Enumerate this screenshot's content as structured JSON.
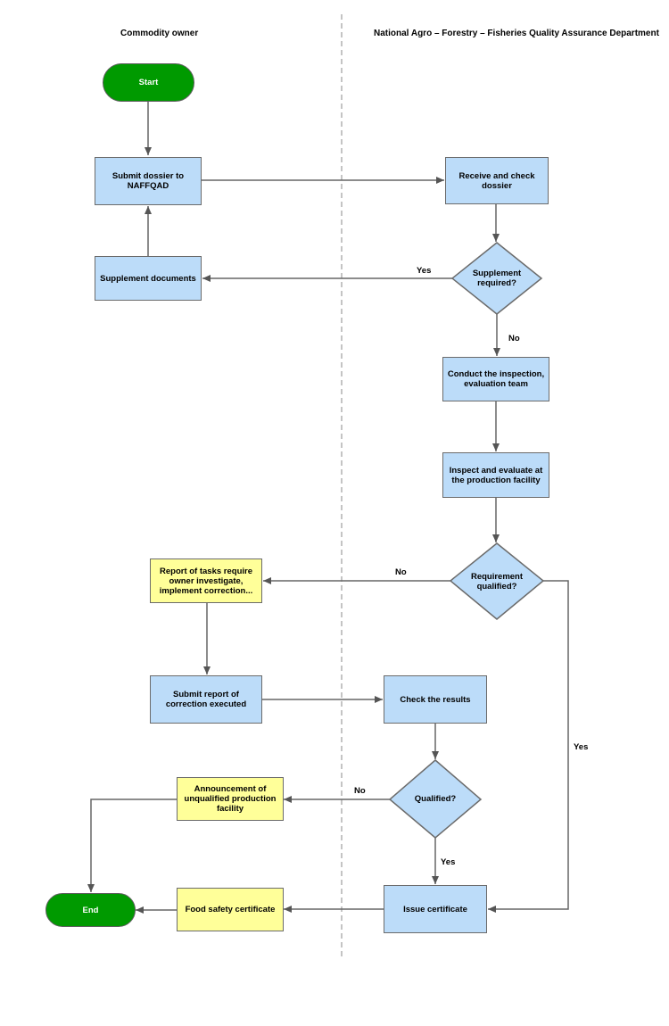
{
  "lanes": {
    "owner": "Commodity owner",
    "naffqad": "National Agro – Forestry – Fisheries Quality Assurance Department"
  },
  "nodes": {
    "start": "Start",
    "submit_dossier": "Submit dossier to NAFFQAD",
    "receive_check": "Receive and check dossier",
    "supplement_required": "Supplement required?",
    "supplement_docs": "Supplement documents",
    "conduct_team": "Conduct the inspection, evaluation team",
    "inspect_evaluate": "Inspect and evaluate at the production facility",
    "requirement_qualified": "Requirement qualified?",
    "report_tasks": "Report of tasks require owner investigate, implement correction...",
    "submit_report": "Submit report of correction executed",
    "check_results": "Check the results",
    "qualified": "Qualified?",
    "announcement": "Announcement of unqualified production facility",
    "issue_certificate": "Issue certificate",
    "food_safety": "Food safety certificate",
    "end": "End"
  },
  "edge_labels": {
    "yes_supplement": "Yes",
    "no_supplement": "No",
    "no_requirement": "No",
    "yes_requirement": "Yes",
    "no_qualified": "No",
    "yes_qualified": "Yes"
  },
  "colors": {
    "process_fill": "#bcdcf9",
    "note_fill": "#ffff99",
    "terminal_fill": "#009a00",
    "stroke": "#6b6b6b"
  }
}
